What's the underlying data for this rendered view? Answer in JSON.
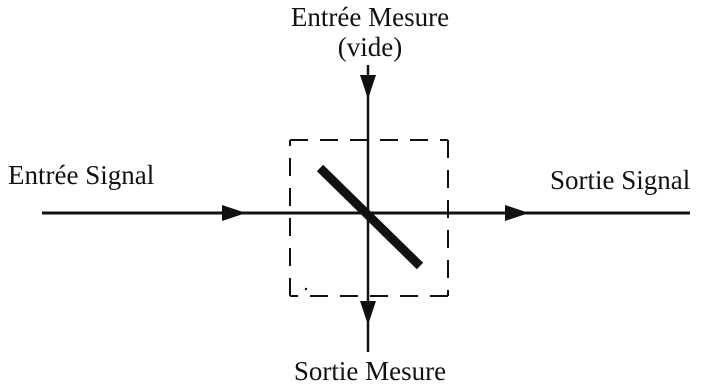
{
  "labels": {
    "measure_input_line1": "Entrée Mesure",
    "measure_input_line2": "(vide)",
    "signal_input": "Entrée Signal",
    "signal_output": "Sortie Signal",
    "measure_output": "Sortie Mesure"
  },
  "colors": {
    "ink": "#111111",
    "background": "#ffffff"
  }
}
